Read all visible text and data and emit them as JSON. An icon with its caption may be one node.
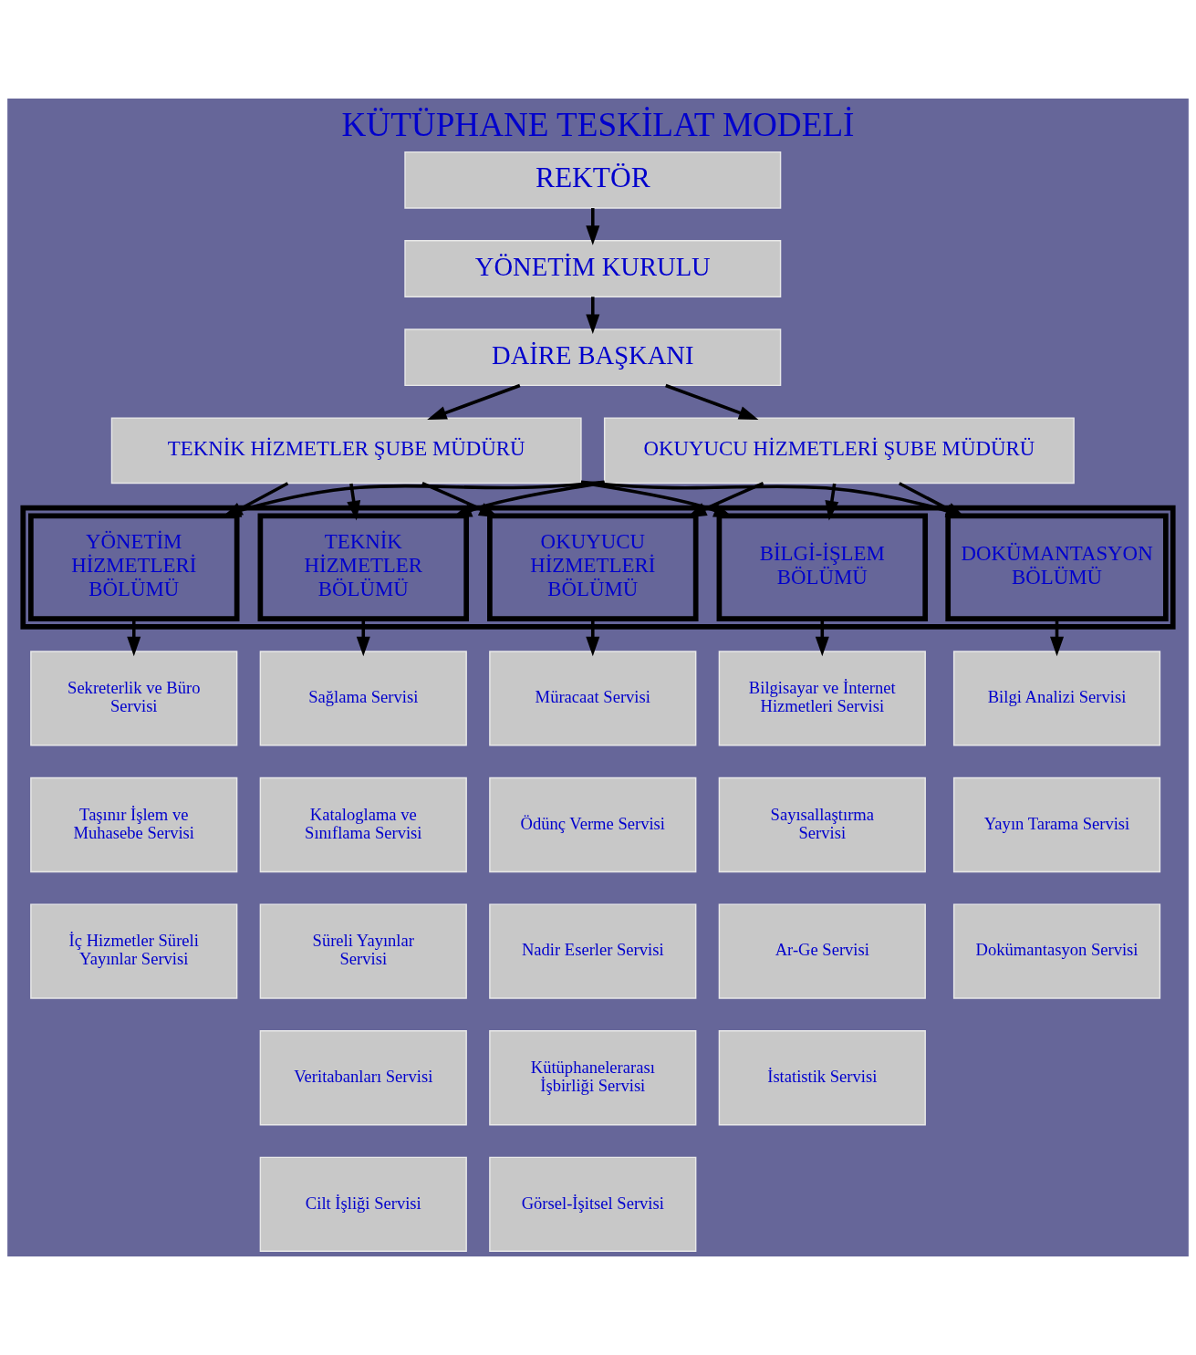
{
  "diagram": {
    "title": "KÜTÜPHANE TESKİLAT MODELİ",
    "nodes": [
      {
        "text": [
          "REKTÖR"
        ]
      },
      {
        "text": [
          "YÖNETİM KURULU"
        ]
      },
      {
        "text": [
          "DAİRE BAŞKANI"
        ]
      },
      {
        "text": [
          "TEKNİK HİZMETLER ŞUBE MÜDÜRÜ"
        ]
      },
      {
        "text": [
          "OKUYUCU HİZMETLERİ ŞUBE MÜDÜRÜ"
        ]
      },
      {
        "text": [],
        "shape": "box"
      },
      {
        "text": [
          "YÖNETİM HİZMETLERİ BÖLÜMÜ"
        ],
        "in": 5
      },
      {
        "text": [
          "TEKNİK HİZMETLER BÖLÜMÜ"
        ],
        "in": 5
      },
      {
        "text": [
          "OKUYUCU HİZMETLERİ BÖLÜMÜ"
        ],
        "in": 5
      },
      {
        "text": [
          "BİLGİ-İŞLEM BÖLÜMÜ"
        ],
        "in": 5
      },
      {
        "text": [
          "DOKÜMANTASYON BÖLÜMÜ"
        ],
        "in": 5
      },
      {
        "text": [
          "Sekreterlik ve Büro Servisi"
        ]
      },
      {
        "text": [
          "Taşınır İşlem ve Muhasebe Servisi"
        ]
      },
      {
        "text": [
          "İç Hizmetler Süreli Yayınlar Servisi"
        ]
      },
      {
        "text": [
          "Sağlama Servisi"
        ]
      },
      {
        "text": [
          "Kataloglama ve Sınıflama Servisi"
        ]
      },
      {
        "text": [
          "Süreli Yayınlar Servisi"
        ]
      },
      {
        "text": [
          "Veritabanları Servisi"
        ]
      },
      {
        "text": [
          "Cilt İşliği Servisi"
        ]
      },
      {
        "text": [
          "Müracaat Servisi"
        ]
      },
      {
        "text": [
          "Ödünç Verme Servisi"
        ]
      },
      {
        "text": [
          "Nadir Eserler Servisi"
        ]
      },
      {
        "text": [
          "Kütüphanelerarası İşbirliği Servisi"
        ]
      },
      {
        "text": [
          "Görsel-İşitsel Servisi"
        ]
      },
      {
        "text": [
          "Bilgisayar ve İnternet Hizmetleri Servisi"
        ]
      },
      {
        "text": [
          "Sayısallaştırma Servisi"
        ]
      },
      {
        "text": [
          "Ar-Ge Servisi"
        ]
      },
      {
        "text": [
          "İstatistik Servisi"
        ]
      },
      {
        "text": [
          "Bilgi Analizi Servisi"
        ]
      },
      {
        "text": [
          "Yayın Tarama Servisi"
        ]
      },
      {
        "text": [
          "Dokümantasyon Servisi"
        ]
      }
    ],
    "edges": [
      {
        "from": 0,
        "to": 1,
        "arrow": "to"
      },
      {
        "from": 1,
        "to": 2,
        "arrow": "to"
      },
      {
        "from": 2,
        "to": 3,
        "arrow": "to"
      },
      {
        "from": 2,
        "to": 4,
        "arrow": "to"
      },
      {
        "from": 3,
        "to": 6,
        "arrow": "to"
      },
      {
        "from": 3,
        "to": 7,
        "arrow": "to"
      },
      {
        "from": 3,
        "to": 8,
        "arrow": "to"
      },
      {
        "from": 3,
        "to": 9,
        "arrow": "to"
      },
      {
        "from": 3,
        "to": 10,
        "arrow": "to"
      },
      {
        "from": 4,
        "to": 6,
        "arrow": "to"
      },
      {
        "from": 4,
        "to": 7,
        "arrow": "to"
      },
      {
        "from": 4,
        "to": 8,
        "arrow": "to"
      },
      {
        "from": 4,
        "to": 9,
        "arrow": "to"
      },
      {
        "from": 4,
        "to": 10,
        "arrow": "to"
      },
      {
        "from": 6,
        "to": 11,
        "arrow": "to"
      },
      {
        "from": 7,
        "to": 14,
        "arrow": "to"
      },
      {
        "from": 8,
        "to": 19,
        "arrow": "to"
      },
      {
        "from": 9,
        "to": 24,
        "arrow": "to"
      },
      {
        "from": 10,
        "to": 28,
        "arrow": "to"
      }
    ]
  }
}
